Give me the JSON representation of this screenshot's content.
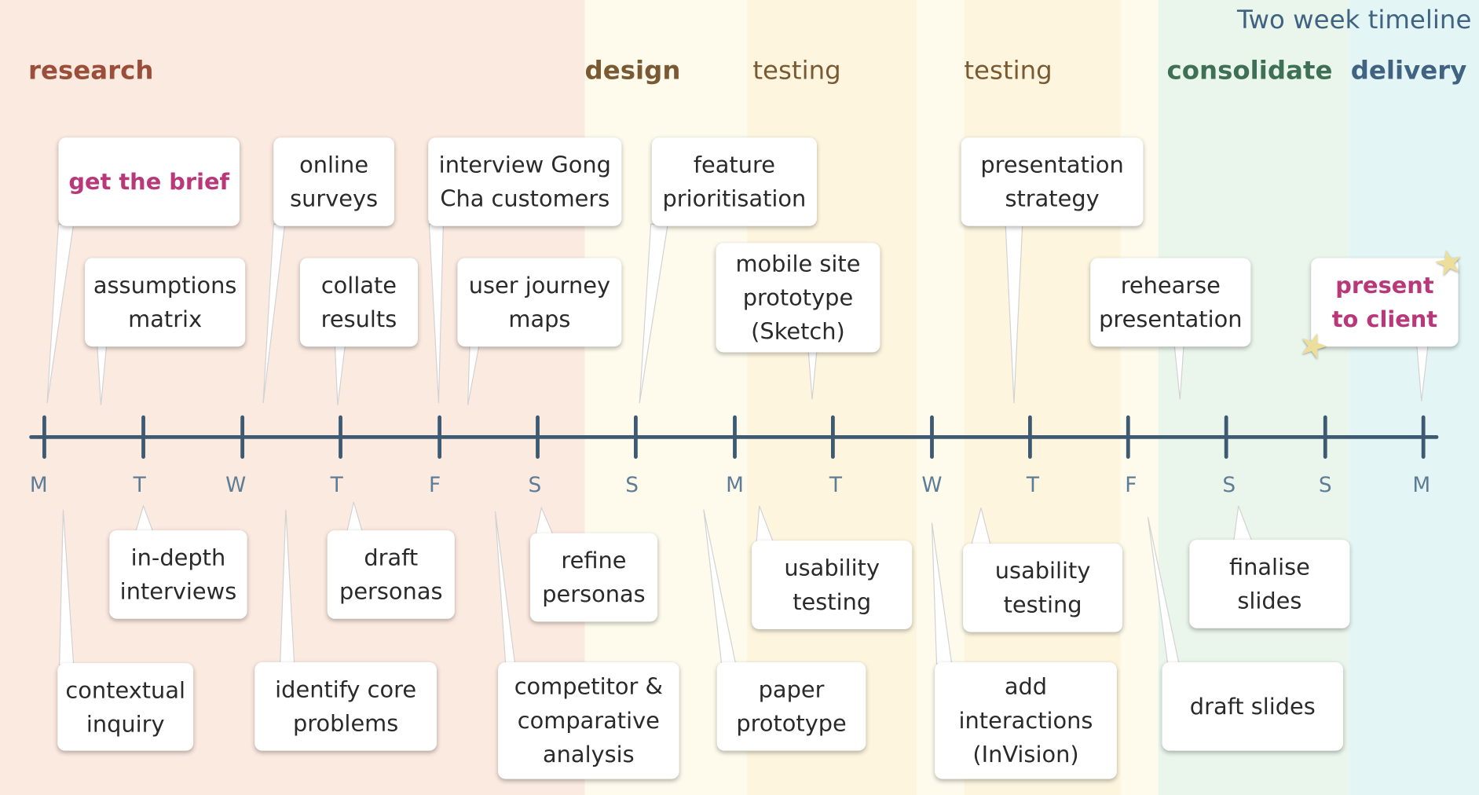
{
  "title": "Two week timeline",
  "phases": {
    "research": "research",
    "design": "design",
    "testing_1": "testing",
    "testing_2": "testing",
    "consolidate": "consolidate",
    "delivery": "delivery"
  },
  "days": [
    "M",
    "T",
    "W",
    "T",
    "F",
    "S",
    "S",
    "M",
    "T",
    "W",
    "T",
    "F",
    "S",
    "S",
    "M"
  ],
  "tasks_above": {
    "get_the_brief": "get the brief",
    "online_surveys": "online\nsurveys",
    "interview_gong_cha": "interview Gong\nCha customers",
    "feature_prioritisation": "feature\nprioritisation",
    "presentation_strategy": "presentation\nstrategy",
    "assumptions_matrix": "assumptions\nmatrix",
    "collate_results": "collate\nresults",
    "user_journey_maps": "user journey\nmaps",
    "mobile_site_prototype": "mobile site\nprototype\n(Sketch)",
    "rehearse_presentation": "rehearse\npresentation",
    "present_to_client": "present\nto client"
  },
  "tasks_below": {
    "in_depth_interviews": "in-depth\ninterviews",
    "draft_personas": "draft\npersonas",
    "refine_personas": "refine\npersonas",
    "usability_testing_1": "usability\ntesting",
    "usability_testing_2": "usability\ntesting",
    "finalise_slides": "finalise\nslides",
    "contextual_inquiry": "contextual\ninquiry",
    "identify_core_problems": "identify core\nproblems",
    "competitor_analysis": "competitor &\ncomparative\nanalysis",
    "paper_prototype": "paper\nprototype",
    "add_interactions": "add\ninteractions\n(InVision)",
    "draft_slides": "draft slides"
  },
  "colors": {
    "research_band": "#fbeae0",
    "design_band": "#fefbec",
    "testing_band": "#fdf5de",
    "consolidate_band": "#eaf6ec",
    "delivery_band": "#e3f6f5",
    "axis": "#3e5a73",
    "research_text": "#9b4e3a",
    "design_text": "#7a5a33",
    "consolidate_text": "#3f7055",
    "delivery_text": "#3f6380",
    "highlight": "#b8387a"
  }
}
